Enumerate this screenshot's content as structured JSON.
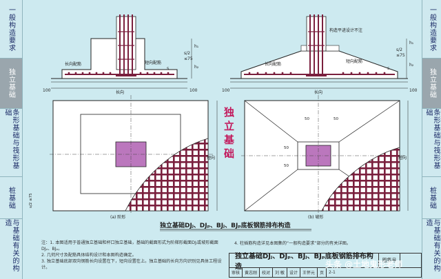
{
  "left_sidebar": [
    {
      "label": "一般构造要求",
      "active": false
    },
    {
      "label": "独立基础",
      "active": true
    },
    {
      "label": "条形基础与筏形基础",
      "active": false
    },
    {
      "label": "桩基础",
      "active": false
    },
    {
      "label": "与基础有关的构造",
      "active": false
    }
  ],
  "right_sidebar": [
    {
      "label": "一般构造要求",
      "active": false
    },
    {
      "label": "独立基础",
      "active": true
    },
    {
      "label": "条形基础与筏形基础",
      "active": false
    },
    {
      "label": "桩基础",
      "active": false
    },
    {
      "label": "与基础有关的构造",
      "active": false
    }
  ],
  "drawing": {
    "left_section": {
      "long_rebar": "长向配筋",
      "short_rebar": "短向配筋",
      "dim_100_left": "100",
      "dim_100_right": "100",
      "long_dir": "长向",
      "s2": "s/2",
      "le75": "≤75",
      "h1": "h₁",
      "h2": "h₂",
      "s": "s"
    },
    "right_section": {
      "note": "构造平进设计不注",
      "long_rebar": "长向配筋",
      "short_rebar": "短向配筋",
      "dim_100_left": "100",
      "dim_100_right": "100",
      "long_dir": "长向",
      "s2": "s/2",
      "le75": "≤75",
      "h1": "h₁",
      "h2": "h₂",
      "s": "s"
    },
    "center_label": "独立基础",
    "plan_a_caption": "(a) 阶形",
    "plan_b_caption": "(b) 坡形",
    "dim_50": "50",
    "dim_s2_le75": "s/2 ≤75",
    "short_label": "短向",
    "main_caption": "独立基础DJⱼ、DJₚ、BJⱼ、BJₚ底板钢筋排布构造"
  },
  "notes": [
    "注：1. 本图适用于普通独立基础和杯口独立基础，基础的截面形式为阶梯形截面DJⱼ或坡形截面DJₚ、BJₚ。",
    "2. 几何尺寸及配筋具体结构设计和本图构造确定。",
    "3. 独立基础底部双向钢筋长向设置在下，短向设置在上。独立基础的长向方向识别见具体工程设计。"
  ],
  "note4": "4. 柱插筋构造详见本图集的“一般构造要求”部分的有关详图。",
  "title_block": {
    "title": "独立基础DJⱼ、DJₚ、BJⱼ、BJₚ底板钢筋排布构造",
    "atlas_label": "图集号",
    "page_label": "页",
    "page_number": "2-1",
    "review_row": [
      "审核",
      "黄志刚",
      "校对",
      "刘 敏",
      "设计",
      "王怀元"
    ]
  },
  "watermark": "头条 @土地鬼形老师"
}
